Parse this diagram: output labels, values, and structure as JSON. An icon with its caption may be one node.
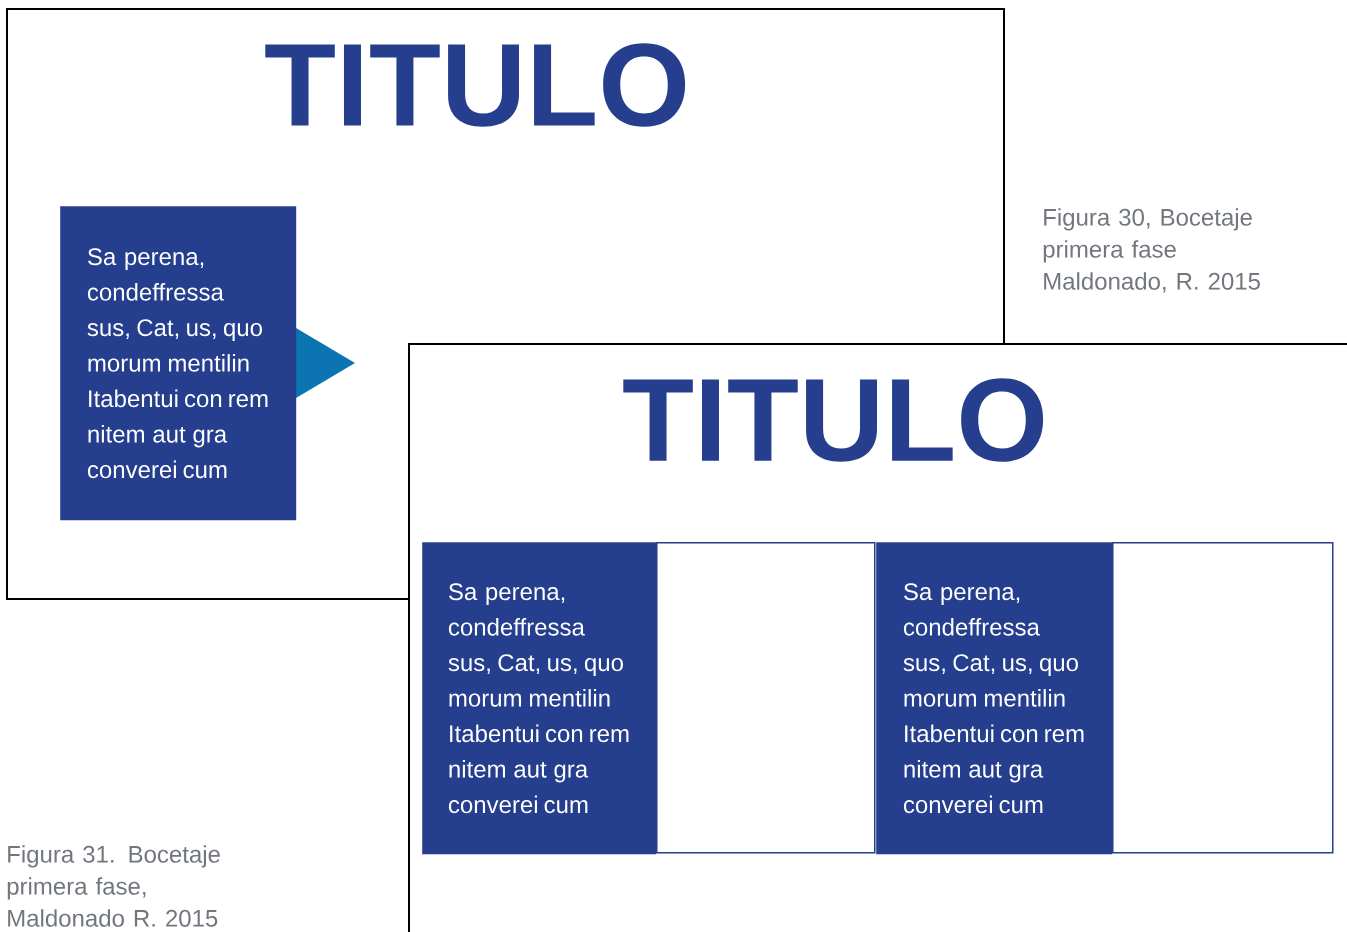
{
  "diagram": {
    "nodes": [
      {
        "text": [
          "TITULO"
        ],
        "beside": [
          "Figura 30, Bocetaje primera fase Maldonado, R. 2015"
        ]
      },
      {
        "text": [
          "Sa perena, condeffressa sus, Cat, us, quo morum mentilin Itabentui con rem nitem aut gra converei cum"
        ],
        "in": 0
      },
      {
        "text": [
          "TITULO"
        ]
      },
      {
        "text": [
          "Sa perena, condeffressa sus, Cat, us, quo morum mentilin Itabentui con rem nitem aut gra converei cum"
        ],
        "in": 2
      },
      {
        "text": [],
        "shape": "box",
        "in": 2
      },
      {
        "text": [
          "Sa perena, condeffressa sus, Cat, us, quo morum mentilin Itabentui con rem nitem aut gra converei cum"
        ],
        "in": 2
      },
      {
        "text": [],
        "shape": "box",
        "in": 2
      }
    ],
    "labels": [
      "Figura 31. Bocetaje primera fase, Maldonado R. 2015"
    ]
  }
}
